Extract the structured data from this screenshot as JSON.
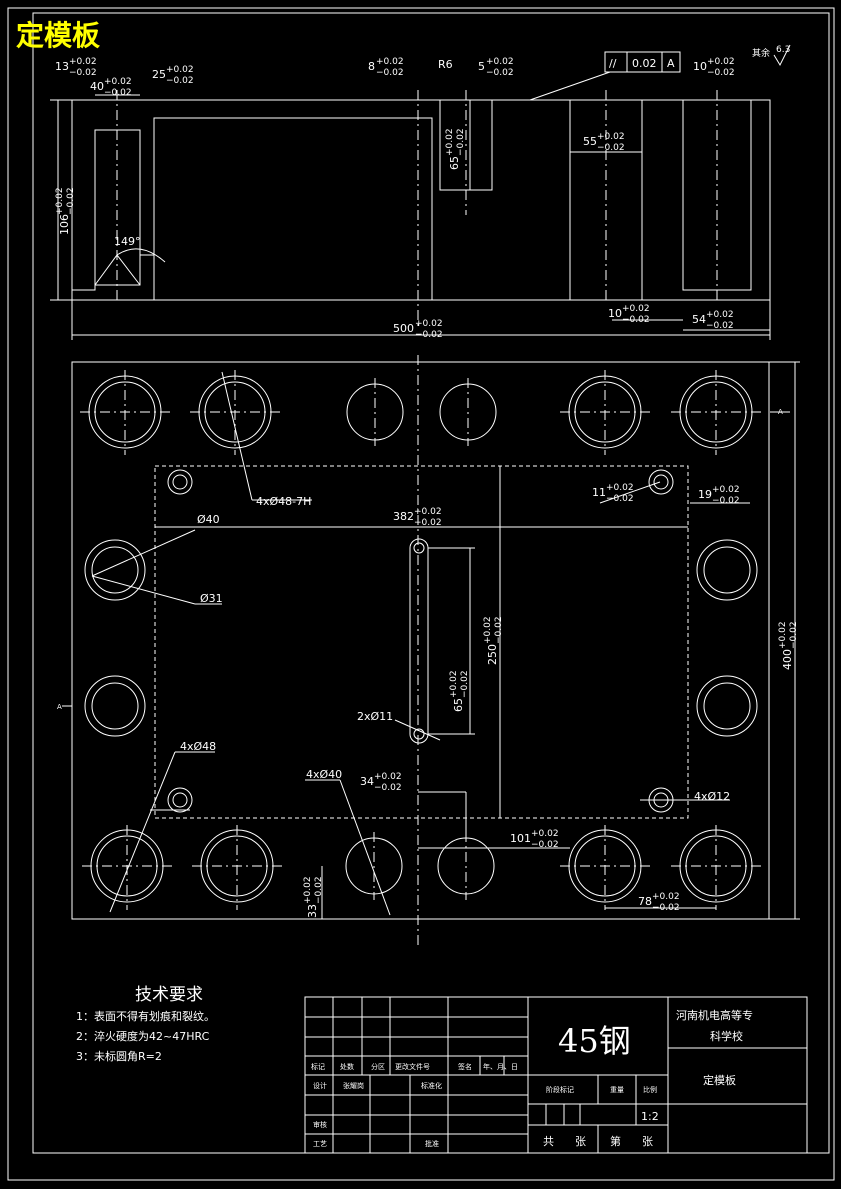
{
  "corner_title": "定模板",
  "surface_finish": {
    "label": "其余",
    "value": "6.3"
  },
  "geometric_tolerance": {
    "symbol": "//",
    "value": "0.02",
    "datum": "A"
  },
  "section_view": {
    "dims": [
      {
        "nom": "13",
        "up": "+0.02",
        "lo": "−0.02"
      },
      {
        "nom": "40",
        "up": "+0.02",
        "lo": "−0.02"
      },
      {
        "nom": "25",
        "up": "+0.02",
        "lo": "−0.02"
      },
      {
        "nom": "8",
        "up": "+0.02",
        "lo": "−0.02"
      },
      {
        "nom": "5",
        "up": "+0.02",
        "lo": "−0.02"
      },
      {
        "nom": "10",
        "up": "+0.02",
        "lo": "−0.02"
      },
      {
        "nom": "55",
        "up": "+0.02",
        "lo": "−0.02"
      },
      {
        "nom": "65",
        "up": "+0.02",
        "lo": "−0.02"
      },
      {
        "nom": "106",
        "up": "+0.02",
        "lo": "−0.02"
      },
      {
        "nom": "10",
        "up": "+0.02",
        "lo": "−0.02"
      },
      {
        "nom": "54",
        "up": "+0.02",
        "lo": "−0.02"
      },
      {
        "nom": "500",
        "up": "+0.02",
        "lo": "−0.02"
      }
    ],
    "radius_label": "R6",
    "angle_label": "149°"
  },
  "plan_view": {
    "dims": [
      {
        "nom": "382",
        "up": "+0.02",
        "lo": "−0.02"
      },
      {
        "nom": "11",
        "up": "+0.02",
        "lo": "−0.02"
      },
      {
        "nom": "19",
        "up": "+0.02",
        "lo": "−0.02"
      },
      {
        "nom": "250",
        "up": "+0.02",
        "lo": "−0.02"
      },
      {
        "nom": "65",
        "up": "+0.02",
        "lo": "−0.02"
      },
      {
        "nom": "400",
        "up": "+0.02",
        "lo": "−0.02"
      },
      {
        "nom": "34",
        "up": "+0.02",
        "lo": "−0.02"
      },
      {
        "nom": "101",
        "up": "+0.02",
        "lo": "−0.02"
      },
      {
        "nom": "78",
        "up": "+0.02",
        "lo": "−0.02"
      },
      {
        "nom": "33",
        "up": "+0.02",
        "lo": "−0.02"
      }
    ],
    "callouts": [
      "4xØ48-7H",
      "Ø40",
      "Ø31",
      "2xØ11",
      "4xØ48",
      "4xØ40",
      "4xØ12"
    ],
    "section_marks": [
      "A",
      "A"
    ]
  },
  "tech_requirements": {
    "heading": "技术要求",
    "items": [
      "1：表面不得有划痕和裂纹。",
      "2：淬火硬度为42~47HRC",
      "3：未标圆角R=2"
    ]
  },
  "title_block": {
    "material": "45钢",
    "school": [
      "河南机电高等专",
      "科学校"
    ],
    "part_name": "定模板",
    "scale": "1:2",
    "row_labels": [
      "标记",
      "处数",
      "分区",
      "更改文件号",
      "签名",
      "年、月、日"
    ],
    "designer_row": [
      "设计",
      "张耀岗",
      "标准化"
    ],
    "stage_labels": [
      "阶段标记",
      "重量",
      "比例"
    ],
    "review_label": "审核",
    "process_label": "工艺",
    "approve_label": "批准",
    "sheet_labels": [
      "共",
      "张",
      "第",
      "张"
    ]
  }
}
